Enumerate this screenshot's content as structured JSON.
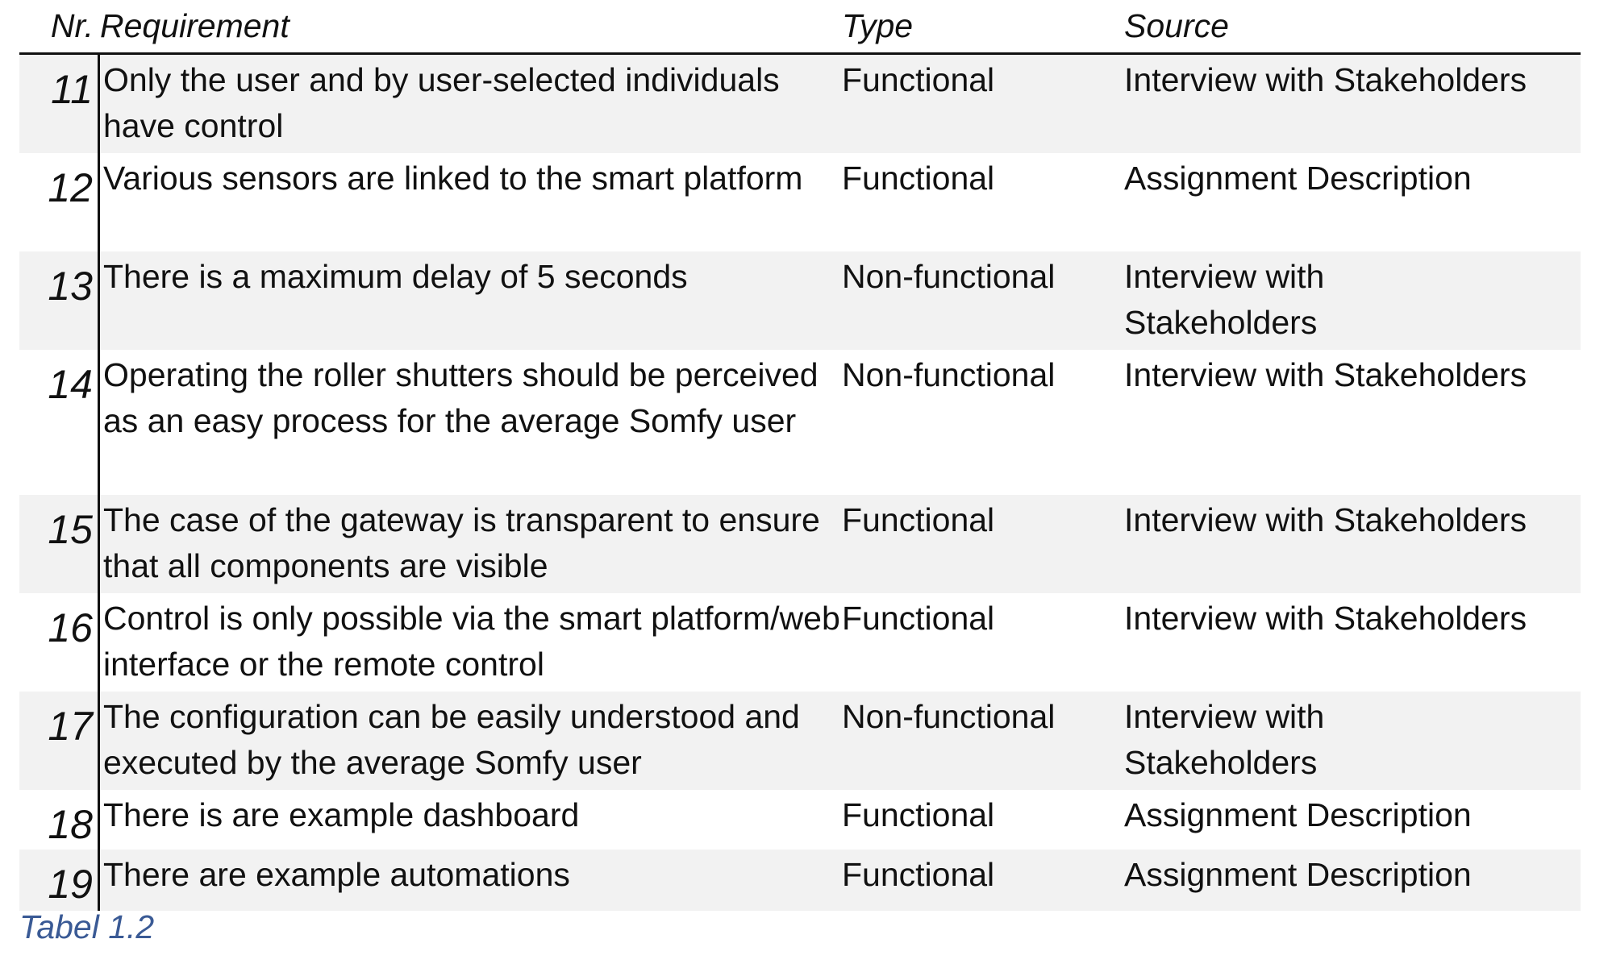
{
  "header": {
    "nr": "Nr.",
    "requirement": "Requirement",
    "type": "Type",
    "source": "Source"
  },
  "rows": [
    {
      "nr": "11",
      "requirement": "Only the user and by user-selected individuals have control",
      "type": "Functional",
      "source": "Interview with Stakeholders"
    },
    {
      "nr": "12",
      "requirement": "Various sensors are linked to the smart platform",
      "type": "Functional",
      "source": "Assignment Description"
    },
    {
      "nr": "13",
      "requirement": "There is a maximum delay of 5 seconds",
      "type": "Non-functional",
      "source": "Interview with Stakeholders"
    },
    {
      "nr": "14",
      "requirement": "Operating the roller shutters should be perceived as an easy process for the average Somfy user",
      "type": "Non-functional",
      "source": "Interview with Stakeholders"
    },
    {
      "nr": "15",
      "requirement": "The case of the gateway is transparent to ensure that all components are visible",
      "type": "Functional",
      "source": "Interview with Stakeholders"
    },
    {
      "nr": "16",
      "requirement": "Control is only possible via the smart platform/web interface or the remote control",
      "type": "Functional",
      "source": "Interview with Stakeholders"
    },
    {
      "nr": "17",
      "requirement": "The configuration can be easily understood and executed by the average Somfy user",
      "type": "Non-functional",
      "source": "Interview with Stakeholders"
    },
    {
      "nr": "18",
      "requirement": "There is are example dashboard",
      "type": "Functional",
      "source": "Assignment Description"
    },
    {
      "nr": "19",
      "requirement": "There are example automations",
      "type": "Functional",
      "source": "Assignment Description"
    }
  ],
  "caption": "Tabel 1.2"
}
